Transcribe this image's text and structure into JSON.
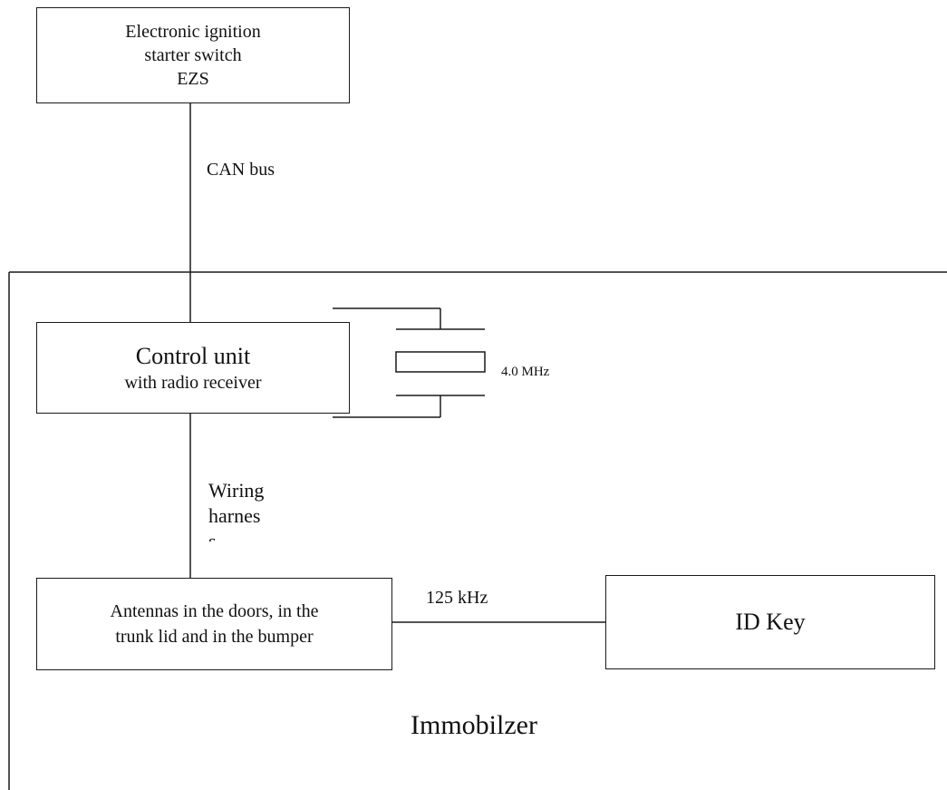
{
  "ezs_box": {
    "lines": [
      "Electronic ignition",
      "starter switch",
      "EZS"
    ]
  },
  "can_bus_label": "CAN bus",
  "control_unit_box": {
    "title": "Control unit",
    "subtitle": "with radio receiver"
  },
  "crystal_label": "4.0 MHz",
  "wiring_label": {
    "lines": [
      "Wiring",
      "harnes",
      "s"
    ]
  },
  "antennas_box": {
    "lines": [
      "Antennas in the doors, in the",
      "trunk lid and in the bumper"
    ]
  },
  "frequency_label": "125 kHz",
  "id_key_box": {
    "label": "ID Key"
  },
  "system_label": "Immobilzer"
}
